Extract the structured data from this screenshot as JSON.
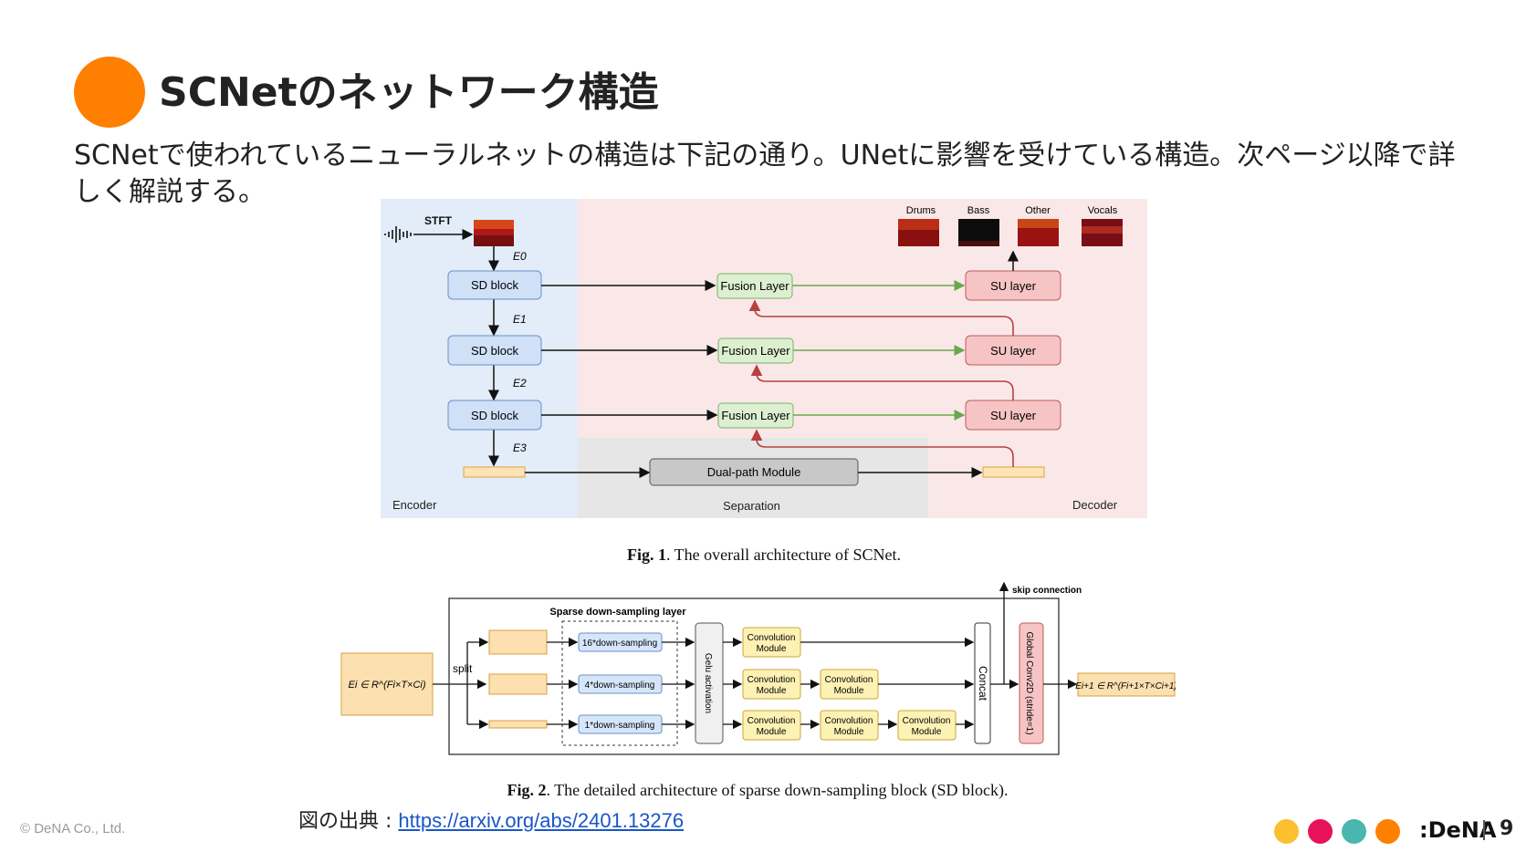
{
  "header": {
    "title": "SCNetのネットワーク構造",
    "accent_color": "#ff7f00"
  },
  "description": "SCNetで使われているニューラルネットの構造は下記の通り。UNetに影響を受けている構造。次ページ以降で詳しく解説する。",
  "fig1": {
    "stft_label": "STFT",
    "encoder_label": "Encoder",
    "separation_label": "Separation",
    "decoder_label": "Decoder",
    "sd_block": "SD block",
    "fusion_layer": "Fusion Layer",
    "su_layer": "SU layer",
    "dual_path": "Dual-path Module",
    "e_labels": [
      "E0",
      "E1",
      "E2",
      "E3"
    ],
    "sources": [
      "Drums",
      "Bass",
      "Other",
      "Vocals"
    ],
    "caption_bold": "Fig. 1",
    "caption_text": ".  The overall architecture of SCNet."
  },
  "fig2": {
    "input_label": "Ei ∈ R^(Fi×T×Ci)",
    "split": "split",
    "layer_title": "Sparse down-sampling layer",
    "downsampling": [
      "16*down-sampling",
      "4*down-sampling",
      "1*down-sampling"
    ],
    "gelu": "Gelu activation",
    "conv_line1": "Convolution",
    "conv_line2": "Module",
    "concat": "Concat",
    "global_conv": "Global Conv2D (stride=1)",
    "skip": "skip connection",
    "output_label": "Ei+1 ∈ R^(Fi+1×T×Ci+1)",
    "caption_bold": "Fig. 2",
    "caption_text": ".  The detailed architecture of sparse down-sampling block (SD block)."
  },
  "source": {
    "label": "図の出典 : ",
    "url": "https://arxiv.org/abs/2401.13276"
  },
  "footer": {
    "copyright": "© DeNA Co., Ltd.",
    "logo": ":DeNA",
    "page_number": "9",
    "dot_colors": [
      "#fcc02f",
      "#e8125c",
      "#49b6b0",
      "#ff7f00"
    ]
  }
}
